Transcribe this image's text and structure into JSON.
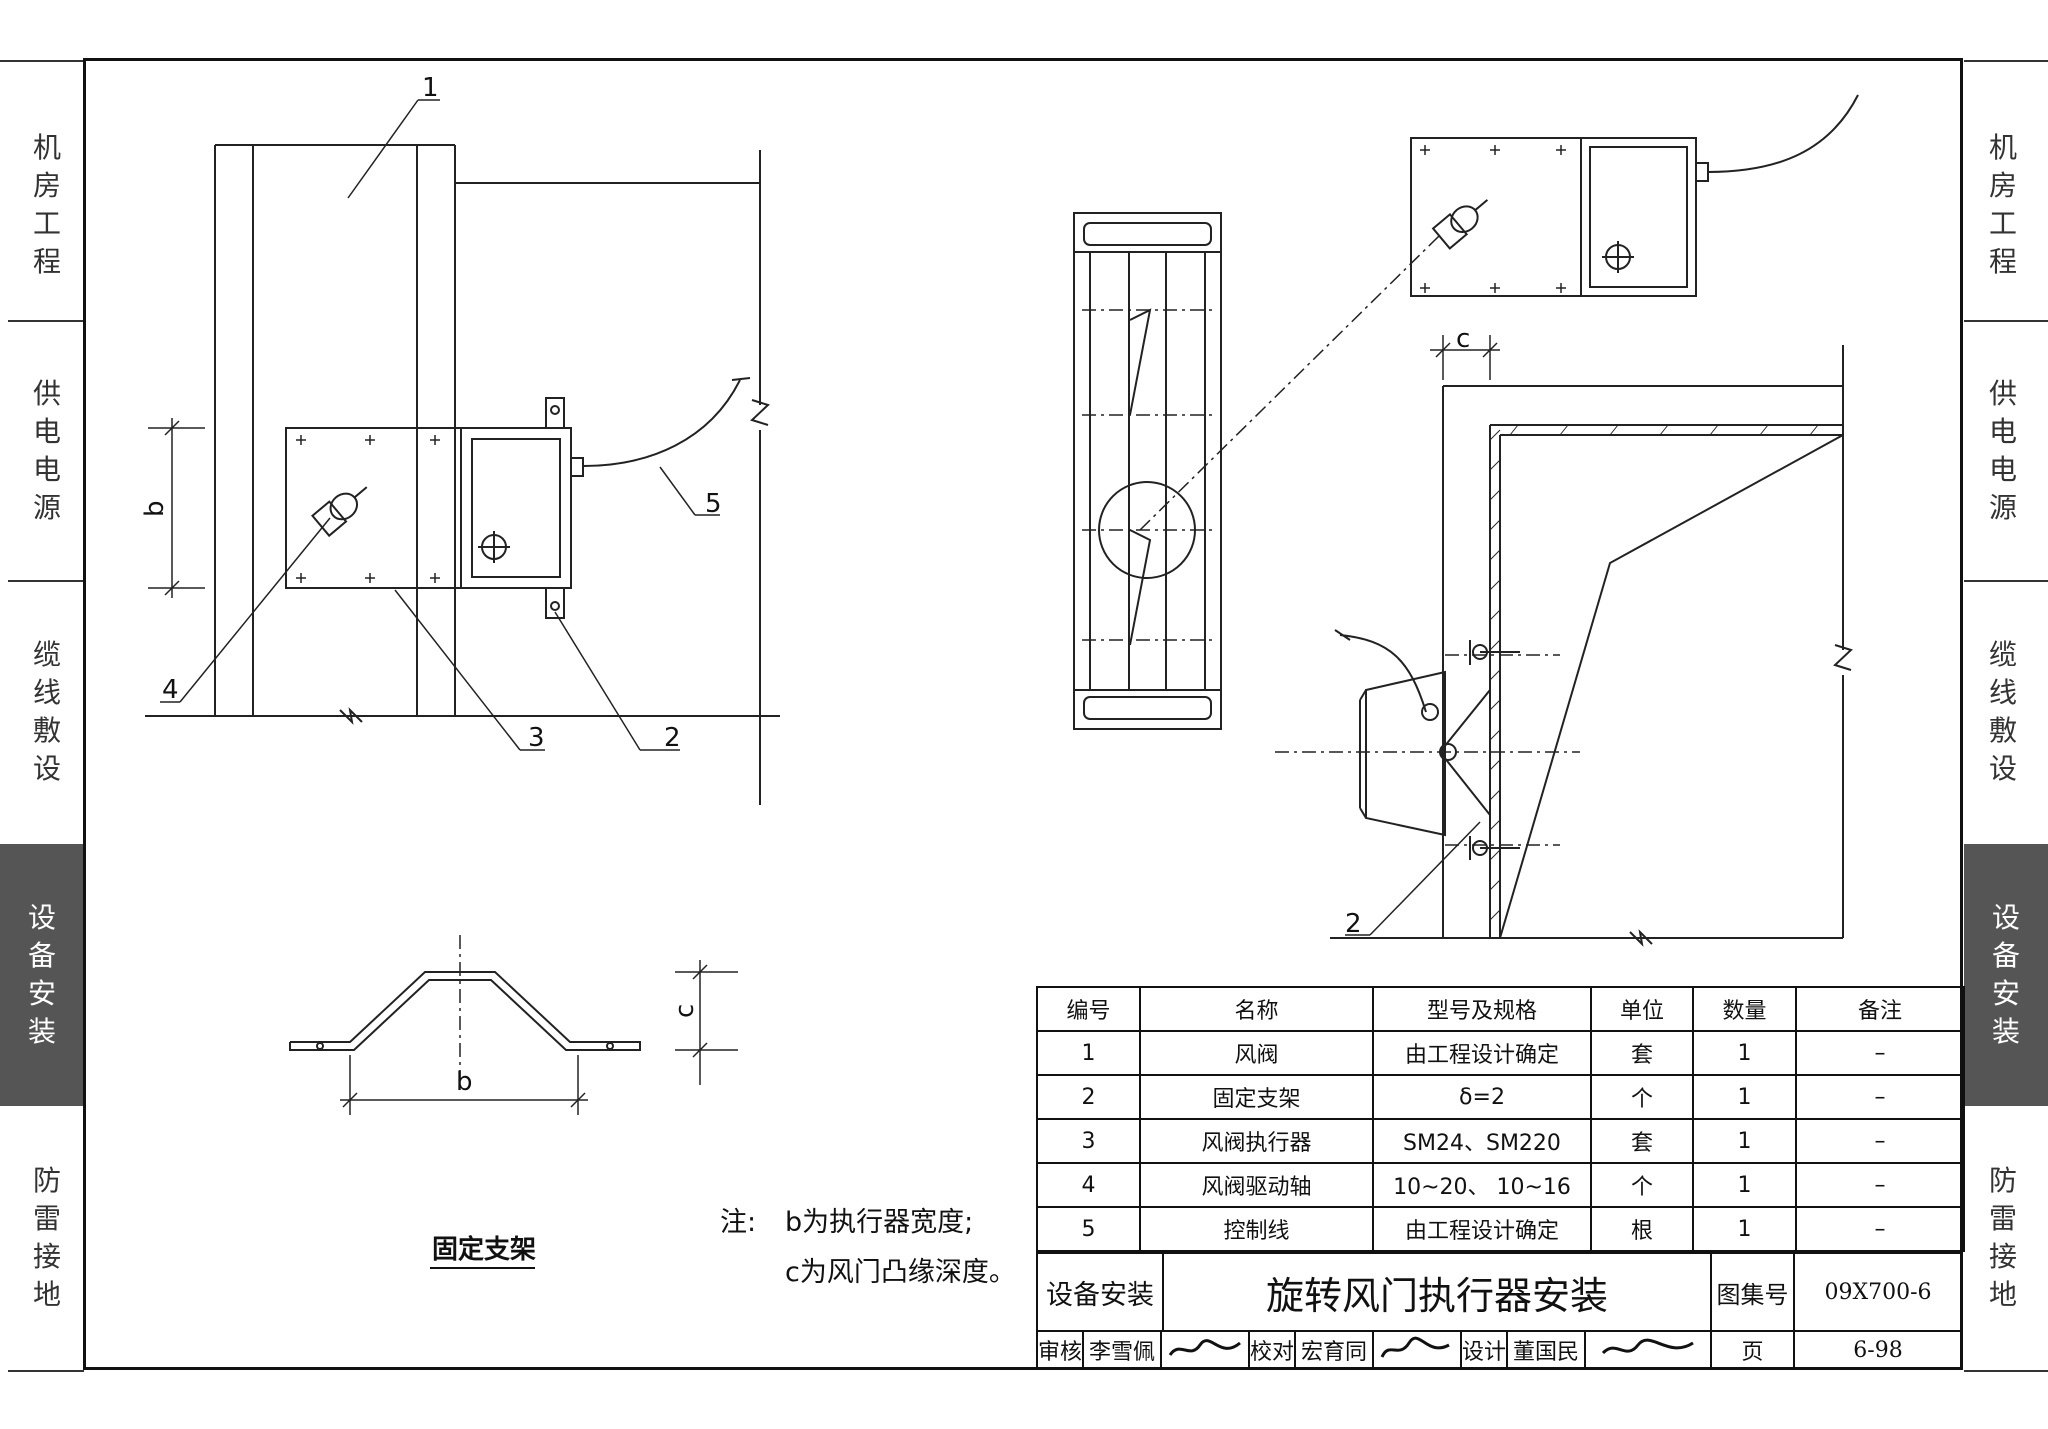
{
  "side_tabs_left": [
    {
      "label": "机房工程"
    },
    {
      "label": "供电电源"
    },
    {
      "label": "缆线敷设"
    },
    {
      "label": "设备安装",
      "active": true
    },
    {
      "label": "防雷接地"
    }
  ],
  "side_tabs_right": [
    {
      "label": "机房工程"
    },
    {
      "label": "供电电源"
    },
    {
      "label": "缆线敷设"
    },
    {
      "label": "设备安装",
      "active": true
    },
    {
      "label": "防雷接地"
    }
  ],
  "drawing_left": {
    "callouts": [
      "1",
      "2",
      "3",
      "4",
      "5"
    ],
    "dim_b": "b"
  },
  "drawing_right": {
    "dim_c": "c",
    "callout_2": "2"
  },
  "bracket_detail": {
    "dim_b": "b",
    "dim_c": "c",
    "caption": "固定支架"
  },
  "note": {
    "prefix": "注:",
    "line1": "b为执行器宽度;",
    "line2": "c为风门凸缘深度。"
  },
  "parts_table": {
    "headers": [
      "编号",
      "名称",
      "型号及规格",
      "单位",
      "数量",
      "备注"
    ],
    "rows": [
      [
        "1",
        "风阀",
        "由工程设计确定",
        "套",
        "1",
        "–"
      ],
      [
        "2",
        "固定支架",
        "δ=2",
        "个",
        "1",
        "–"
      ],
      [
        "3",
        "风阀执行器",
        "SM24、SM220",
        "套",
        "1",
        "–"
      ],
      [
        "4",
        "风阀驱动轴",
        "10~20、 10~16",
        "个",
        "1",
        "–"
      ],
      [
        "5",
        "控制线",
        "由工程设计确定",
        "根",
        "1",
        "–"
      ]
    ]
  },
  "title_block": {
    "category": "设备安装",
    "title": "旋转风门执行器安装",
    "atlas_label": "图集号",
    "atlas_no": "09X700-6",
    "review_label": "审核",
    "reviewer": "李雪佩",
    "check_label": "校对",
    "checker": "宏育同",
    "design_label": "设计",
    "designer": "董国民",
    "page_label": "页",
    "page_no": "6-98"
  }
}
